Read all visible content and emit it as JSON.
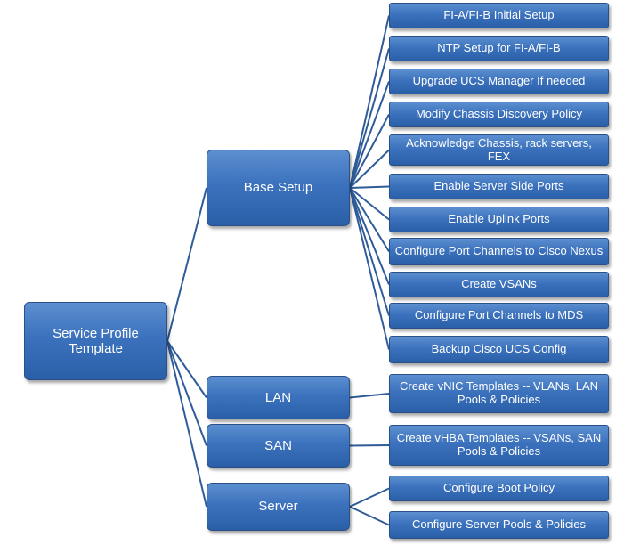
{
  "root": {
    "label": "Service Profile Template"
  },
  "branches": [
    {
      "label": "Base Setup",
      "children": [
        "FI-A/FI-B Initial Setup",
        "NTP Setup for FI-A/FI-B",
        "Upgrade UCS Manager If needed",
        "Modify Chassis Discovery Policy",
        "Acknowledge Chassis, rack servers, FEX",
        "Enable Server Side Ports",
        "Enable Uplink Ports",
        "Configure Port Channels to Cisco Nexus",
        "Create VSANs",
        "Configure Port Channels to MDS",
        "Backup Cisco UCS Config"
      ]
    },
    {
      "label": "LAN",
      "children": [
        "Create vNIC Templates -- VLANs, LAN Pools & Policies"
      ]
    },
    {
      "label": "SAN",
      "children": [
        "Create vHBA Templates -- VSANs, SAN Pools & Policies"
      ]
    },
    {
      "label": "Server",
      "children": [
        "Configure Boot Policy",
        "Configure Server Pools & Policies"
      ]
    }
  ],
  "colors": {
    "node_fill": "#3c72bd",
    "node_border": "#2a5187",
    "connector": "#2f5c99",
    "text": "#ffffff"
  }
}
